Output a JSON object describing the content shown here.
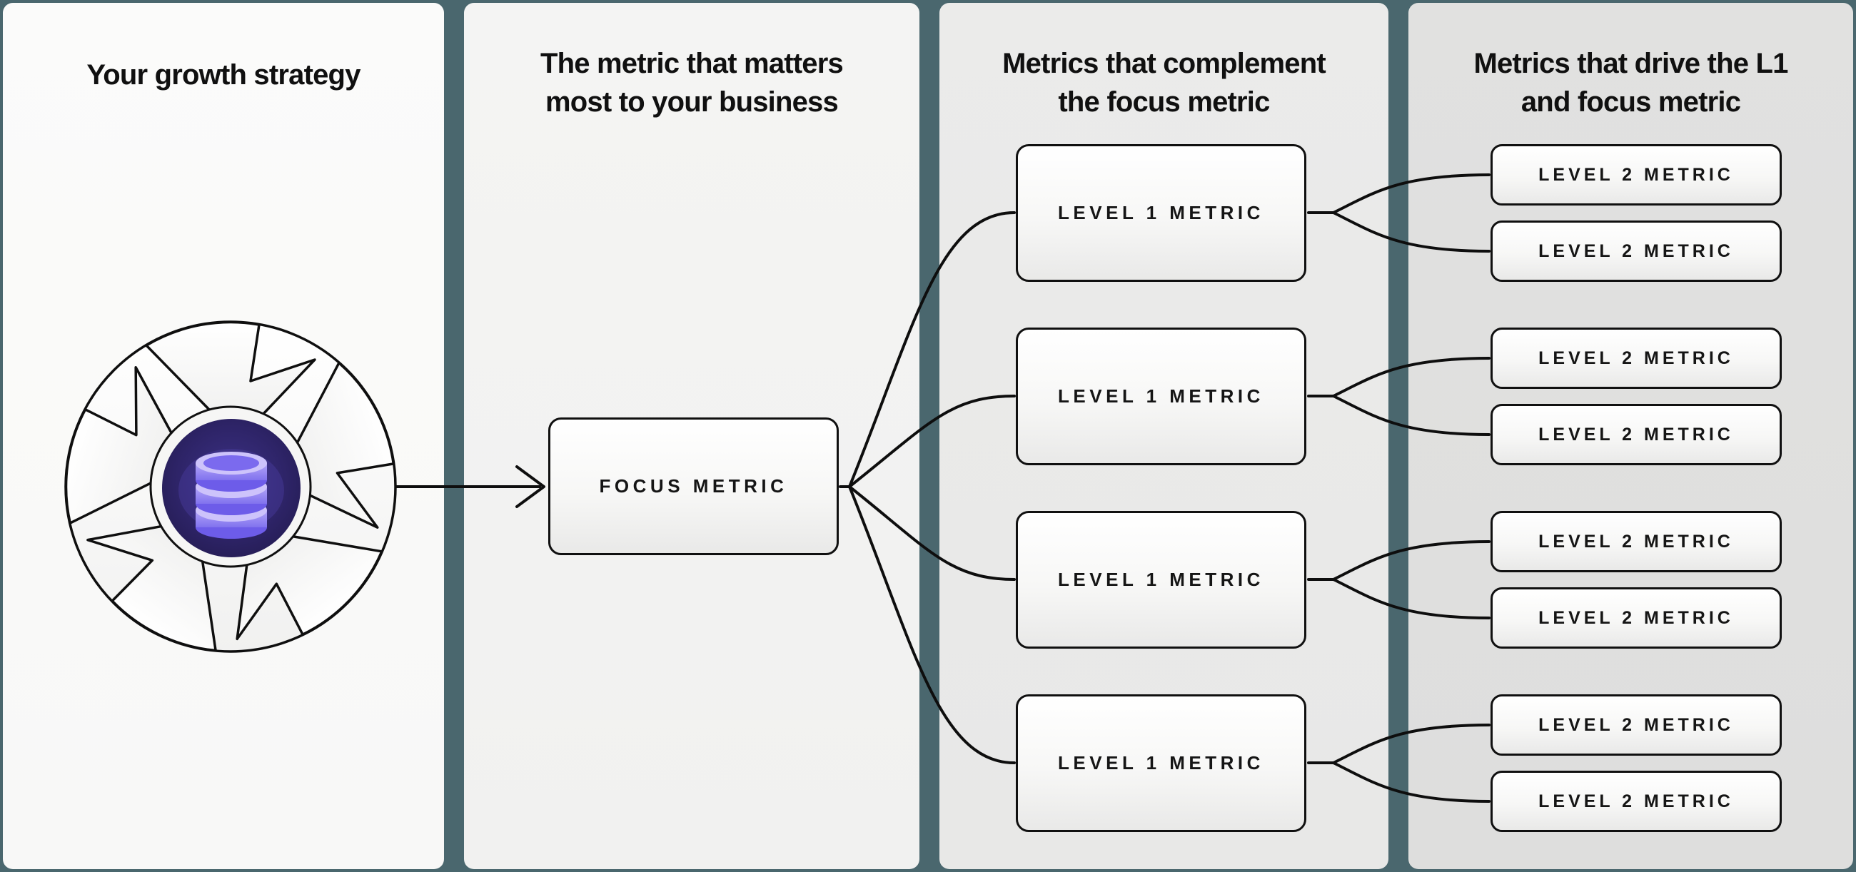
{
  "canvas": {
    "background_color": "#4a676e",
    "panel_colors": [
      "#fafaf9",
      "#f3f3f2",
      "#eaeae9",
      "#dfdfde"
    ],
    "connector_color": "#0e0e0e",
    "accent_purple": "#8474f1",
    "core_indigo": "#2a2160"
  },
  "panels": [
    {
      "id": "strategy",
      "title_lines": [
        "Your growth strategy"
      ]
    },
    {
      "id": "focus",
      "title_lines": [
        "The metric that matters",
        "most to your business"
      ]
    },
    {
      "id": "l1",
      "title_lines": [
        "Metrics that complement",
        "the focus metric"
      ]
    },
    {
      "id": "l2",
      "title_lines": [
        "Metrics that drive the L1",
        "and focus metric"
      ]
    }
  ],
  "nodes": {
    "focus": {
      "label": "FOCUS METRIC"
    },
    "level1": [
      {
        "label": "LEVEL 1 METRIC"
      },
      {
        "label": "LEVEL 1 METRIC"
      },
      {
        "label": "LEVEL 1 METRIC"
      },
      {
        "label": "LEVEL 1 METRIC"
      }
    ],
    "level2": [
      {
        "label": "LEVEL 2 METRIC"
      },
      {
        "label": "LEVEL 2 METRIC"
      },
      {
        "label": "LEVEL 2 METRIC"
      },
      {
        "label": "LEVEL 2 METRIC"
      },
      {
        "label": "LEVEL 2 METRIC"
      },
      {
        "label": "LEVEL 2 METRIC"
      },
      {
        "label": "LEVEL 2 METRIC"
      },
      {
        "label": "LEVEL 2 METRIC"
      }
    ]
  },
  "icon": {
    "name": "growth-flywheel",
    "center_glyph": "database-icon"
  }
}
